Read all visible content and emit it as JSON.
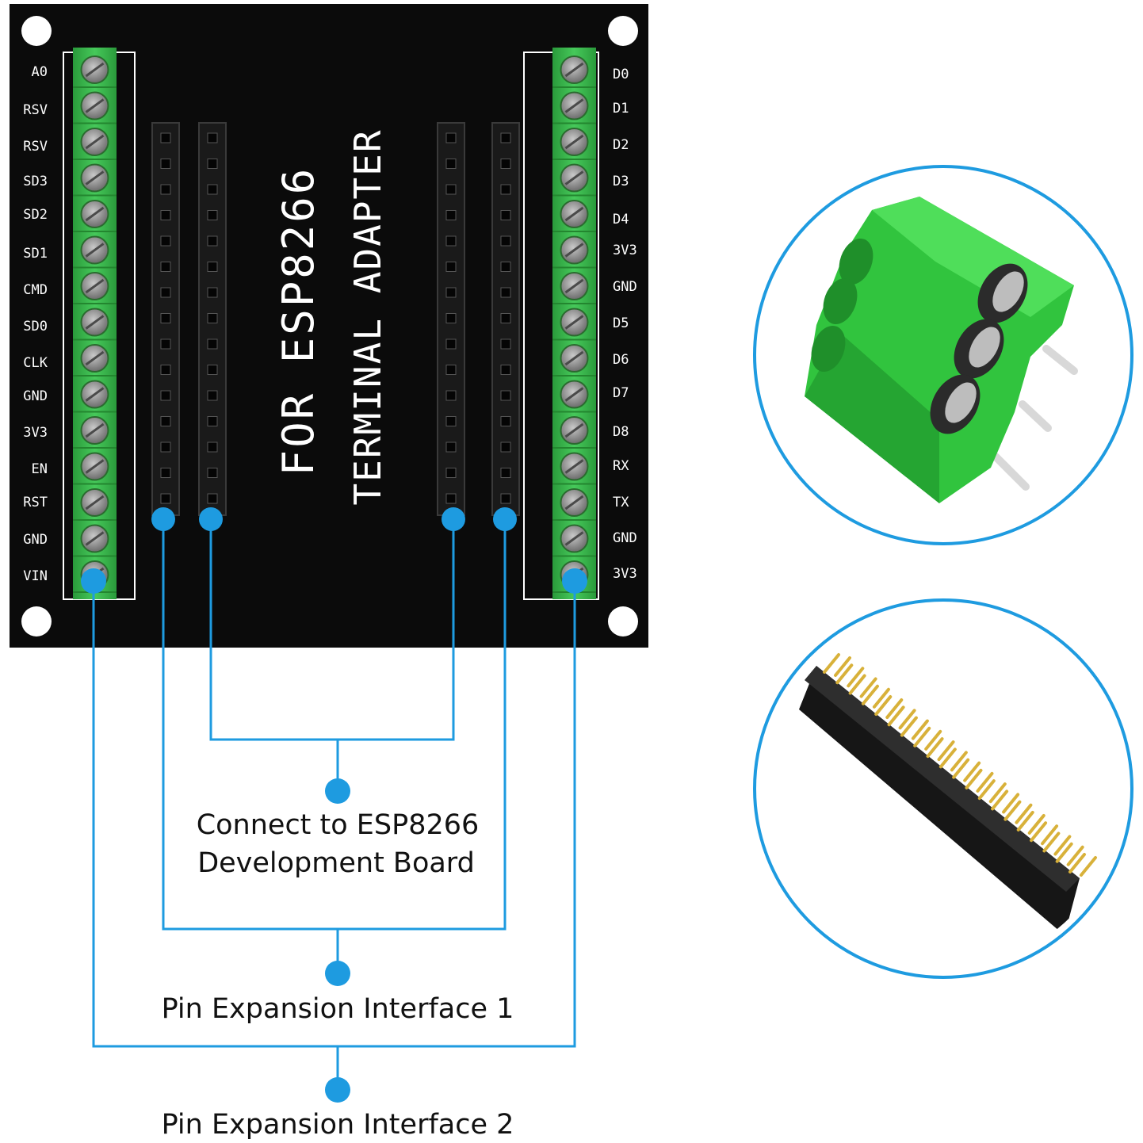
{
  "board": {
    "title_line1": "FOR ESP8266",
    "title_line2": "TERMINAL ADAPTER",
    "left_pins": [
      "A0",
      "RSV",
      "RSV",
      "SD3",
      "SD2",
      "SD1",
      "CMD",
      "SD0",
      "CLK",
      "GND",
      "3V3",
      "EN",
      "RST",
      "GND",
      "VIN"
    ],
    "right_pins": [
      "D0",
      "D1",
      "D2",
      "D3",
      "D4",
      "3V3",
      "GND",
      "D5",
      "D6",
      "D7",
      "D8",
      "RX",
      "TX",
      "GND",
      "3V3"
    ]
  },
  "callouts": {
    "dev_board_line1": "Connect to ESP8266",
    "dev_board_line2": "Development Board",
    "interface1": "Pin Expansion Interface 1",
    "interface2": "Pin Expansion Interface 2"
  },
  "colors": {
    "board": "#0b0b0b",
    "terminal_green": "#35b84a",
    "accent_blue": "#1e9be0",
    "gold_pin": "#d8b13a"
  },
  "icons": {
    "terminal_block_zoom": "screw-terminal-block",
    "header_zoom": "female-pin-header"
  }
}
